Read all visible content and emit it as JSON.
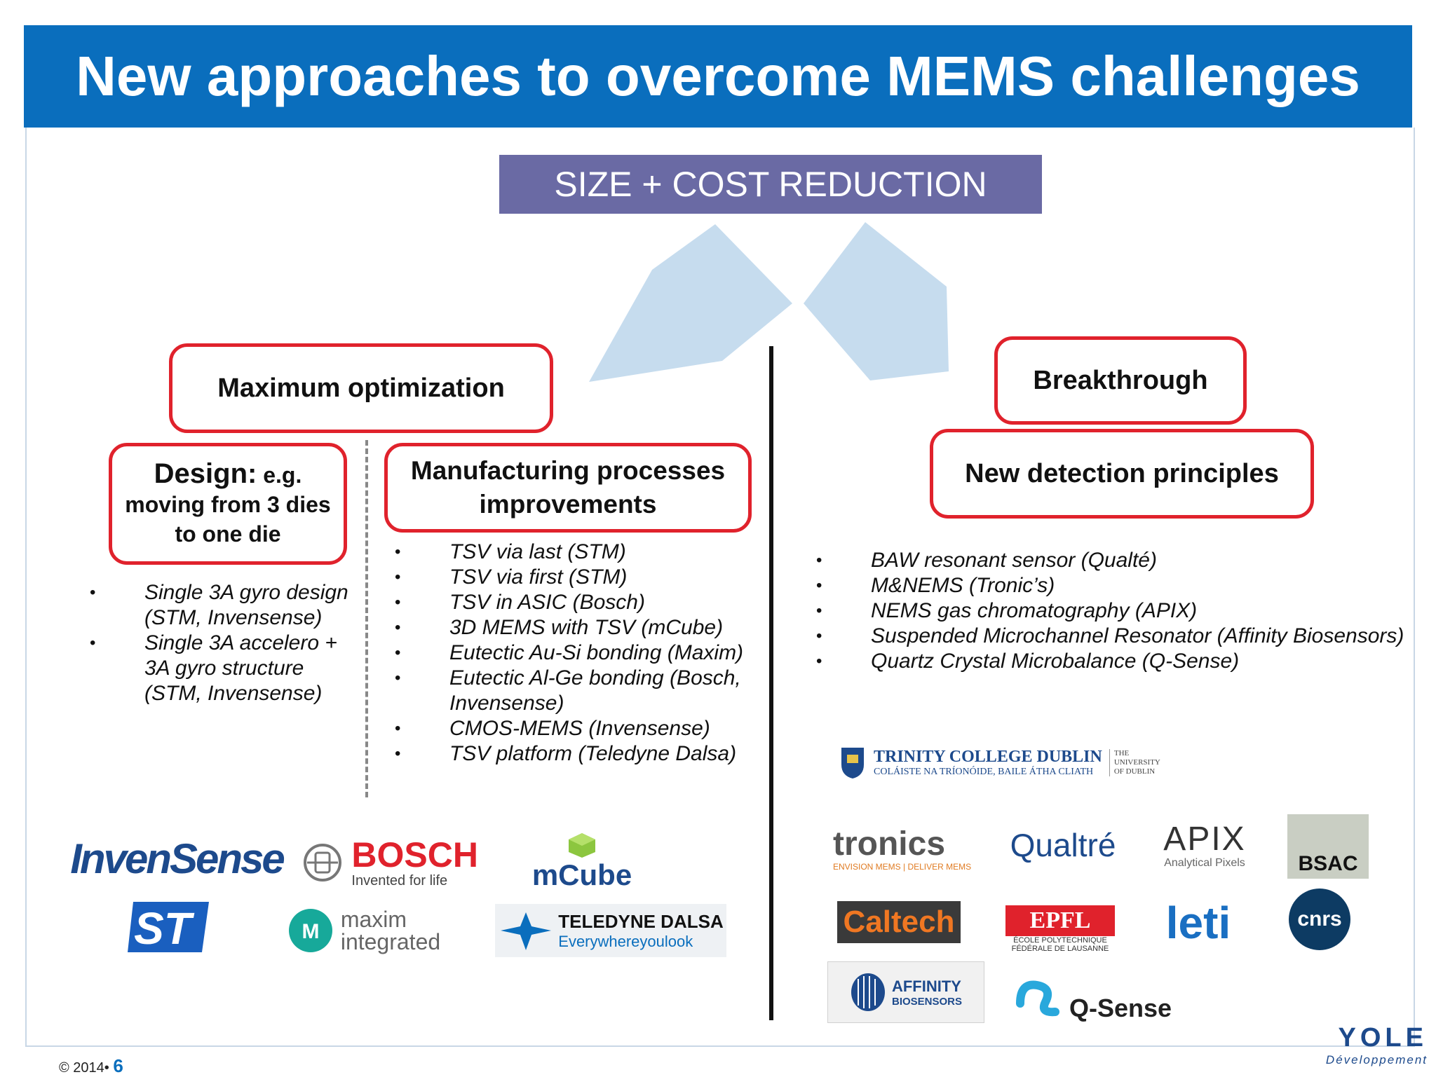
{
  "title": "New approaches to overcome MEMS challenges",
  "top_box": "SIZE + COST REDUCTION",
  "left": {
    "heading": "Maximum optimization",
    "design": {
      "bold": "Design:",
      "rest": "e.g. moving from 3 dies to one die"
    },
    "design_bullets": [
      "Single 3A gyro design (STM, Invensense)",
      "Single 3A accelero + 3A gyro structure (STM, Invensense)"
    ],
    "manufacturing": "Manufacturing processes improvements",
    "manufacturing_bullets": [
      "TSV via last (STM)",
      "TSV via first (STM)",
      "TSV in ASIC (Bosch)",
      "3D MEMS with TSV (mCube)",
      "Eutectic Au-Si bonding (Maxim)",
      "Eutectic Al-Ge bonding (Bosch, Invensense)",
      "CMOS-MEMS (Invensense)",
      "TSV platform (Teledyne Dalsa)"
    ]
  },
  "right": {
    "heading": "Breakthrough",
    "detection": "New detection principles",
    "bullets": [
      "BAW resonant sensor (Qualté)",
      "M&NEMS (Tronic’s)",
      "NEMS gas chromatography (APIX)",
      "Suspended Microchannel Resonator (Affinity Biosensors)",
      "Quartz Crystal Microbalance (Q-Sense)"
    ]
  },
  "logos": {
    "invensense": "InvenSense",
    "bosch": "BOSCH",
    "bosch_tag": "Invented for life",
    "mcube": "mCube",
    "st": "ST",
    "maxim1": "maxim",
    "maxim2": "integrated",
    "teledyne1": "TELEDYNE DALSA",
    "teledyne2": "Everywhereyoulook",
    "tcd1": "TRINITY COLLEGE DUBLIN",
    "tcd2": "COLÁISTE NA TRÍONÓIDE, BAILE ÁTHA CLIATH",
    "tcd3": "THE UNIVERSITY OF DUBLIN",
    "tronics": "tronics",
    "tronics_tag": "ENVISION MEMS | DELIVER MEMS",
    "qualtre": "Qualtré",
    "apix": "APIX",
    "apix_tag": "Analytical Pixels",
    "bsac": "BSAC",
    "caltech": "Caltech",
    "epfl": "EPFL",
    "epfl_tag1": "ÉCOLE POLYTECHNIQUE",
    "epfl_tag2": "FÉDÉRALE DE LAUSANNE",
    "leti": "leti",
    "cnrs": "cnrs",
    "affinity1": "AFFINITY",
    "affinity2": "BIOSENSORS",
    "qsense": "Q-Sense",
    "yole1": "YOLE",
    "yole2": "Développement"
  },
  "footer": {
    "copyright": "© 2014•",
    "page": "6"
  },
  "colors": {
    "header": "#0a6ebd",
    "top_box": "#6a6aa4",
    "box_border": "#e0222c",
    "arrows": "#c6dcee"
  }
}
